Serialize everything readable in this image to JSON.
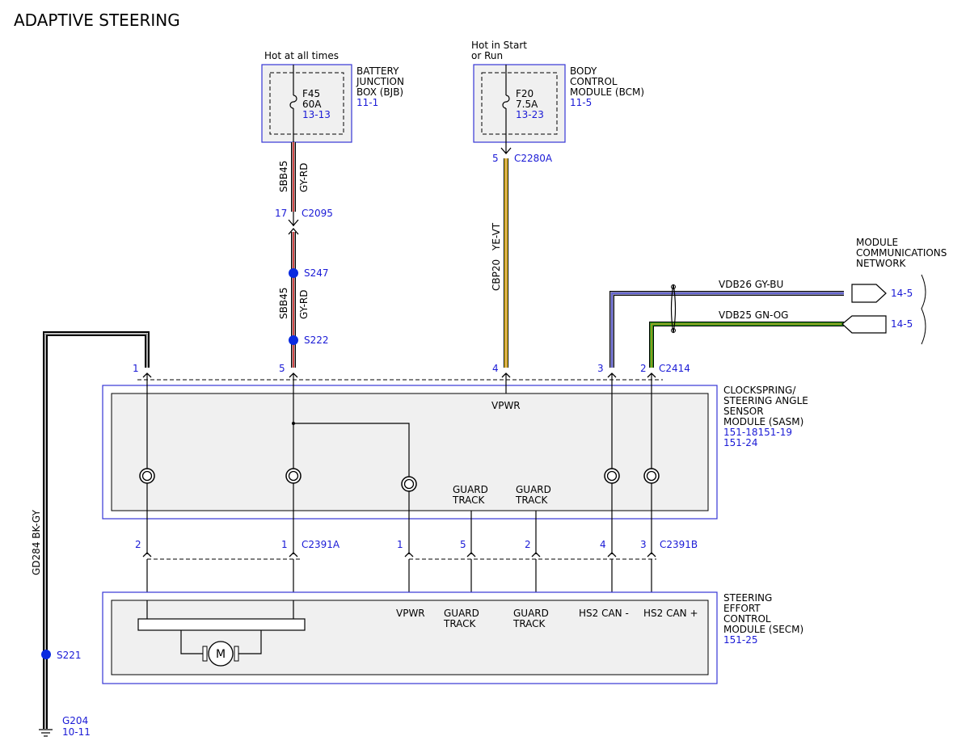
{
  "title": "ADAPTIVE STEERING",
  "colors": {
    "ref": "#1a1ad6",
    "splice": "#0a2be0",
    "module_border": "#3535d6",
    "module_fill": "#f0f0f0"
  },
  "bjb": {
    "hot_label": "Hot at all times",
    "name_lines": [
      "BATTERY",
      "JUNCTION",
      "BOX (BJB)"
    ],
    "ref": "11-1",
    "fuse": {
      "id": "F45",
      "rating": "60A",
      "ref": "13-13"
    }
  },
  "bcm": {
    "hot_label_lines": [
      "Hot in Start",
      "or Run"
    ],
    "name_lines": [
      "BODY",
      "CONTROL",
      "MODULE (BCM)"
    ],
    "ref": "11-5",
    "fuse": {
      "id": "F20",
      "rating": "7.5A",
      "ref": "13-23"
    }
  },
  "wires": {
    "sbb45_top": {
      "circuit": "SBB45",
      "color": "GY-RD"
    },
    "sbb45_bottom": {
      "circuit": "SBB45",
      "color": "GY-RD"
    },
    "cbp20": {
      "circuit": "CBP20",
      "color": "YE-VT"
    },
    "vdb26": {
      "label": "VDB26   GY-BU"
    },
    "vdb25": {
      "label": "VDB25   GN-OG"
    },
    "gd284": {
      "label": "GD284   BK-GY"
    }
  },
  "connectors": {
    "c2095": {
      "pin": "17",
      "name": "C2095"
    },
    "c2280a": {
      "pin": "5",
      "name": "C2280A"
    },
    "c2414": {
      "name": "C2414",
      "pins": [
        "1",
        "5",
        "4",
        "3",
        "2"
      ]
    },
    "c2391a": {
      "name": "C2391A",
      "pins": [
        "2",
        "1"
      ]
    },
    "c2391b": {
      "name": "C2391B",
      "pins": [
        "1",
        "5",
        "2",
        "4",
        "3"
      ]
    }
  },
  "splices": {
    "s247": "S247",
    "s222": "S222",
    "s221": "S221"
  },
  "ground": {
    "name": "G204",
    "ref": "10-11"
  },
  "network": {
    "title_lines": [
      "MODULE",
      "COMMUNICATIONS",
      "NETWORK"
    ],
    "refs": [
      "14-5",
      "14-5"
    ]
  },
  "sasm": {
    "name_lines": [
      "CLOCKSPRING/",
      "STEERING ANGLE",
      "SENSOR",
      "MODULE (SASM)"
    ],
    "refs": [
      "151-18151-19",
      "151-24"
    ],
    "vpwr": "VPWR",
    "guard1_lines": [
      "GUARD",
      "TRACK"
    ],
    "guard2_lines": [
      "GUARD",
      "TRACK"
    ]
  },
  "secm": {
    "name_lines": [
      "STEERING",
      "EFFORT",
      "CONTROL",
      "MODULE (SECM)"
    ],
    "ref": "151-25",
    "vpwr": "VPWR",
    "guard1_lines": [
      "GUARD",
      "TRACK"
    ],
    "guard2_lines": [
      "GUARD",
      "TRACK"
    ],
    "can_low": "HS2 CAN -",
    "can_high": "HS2 CAN +",
    "motor": "M"
  }
}
